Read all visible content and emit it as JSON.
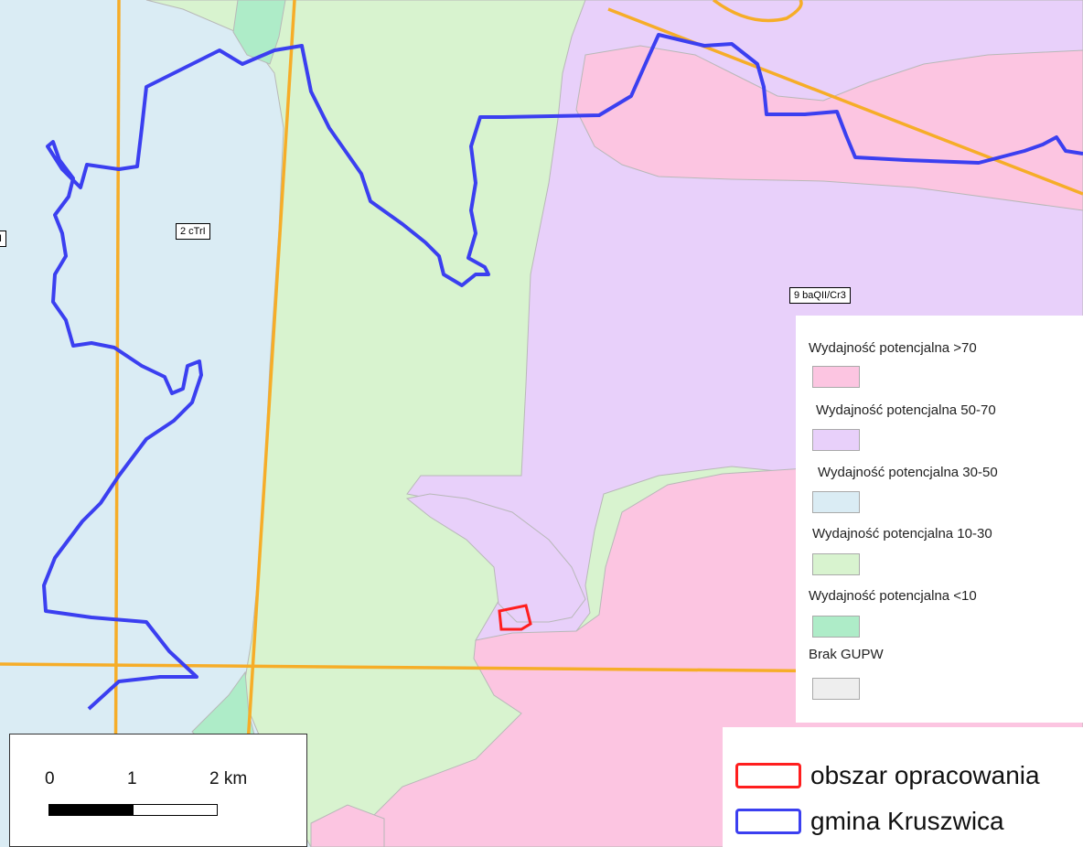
{
  "map": {
    "unit_labels": [
      "2 cTrI",
      "9 baQII/Cr3",
      "I"
    ]
  },
  "legend": {
    "items": [
      {
        "label": "Wydajność potencjalna >70",
        "color": "#fcc5e1"
      },
      {
        "label": "Wydajność potencjalna 50-70",
        "color": "#e8d0fa"
      },
      {
        "label": "Wydajność potencjalna 30-50",
        "color": "#daecf4"
      },
      {
        "label": "Wydajność potencjalna 10-30",
        "color": "#d8f3cf"
      },
      {
        "label": "Wydajność potencjalna <10",
        "color": "#aeecc8"
      },
      {
        "label": "Brak GUPW",
        "color": "#eeeeee"
      }
    ]
  },
  "boundary_legend": {
    "study_area": {
      "label": "obszar opracowania",
      "color": "#ff1e1e"
    },
    "commune": {
      "label": "gmina Kruszwica",
      "color": "#3b3ff0"
    }
  },
  "scale_bar": {
    "ticks": [
      "0",
      "1",
      "2 km"
    ]
  },
  "roads_color": "#f6ad28"
}
